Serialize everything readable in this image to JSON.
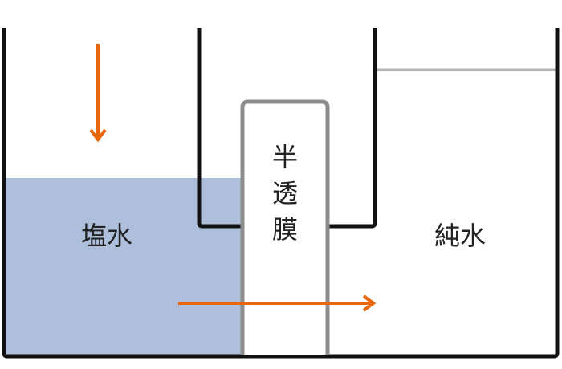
{
  "labels": {
    "salt_water": "塩水",
    "pure_water": "純水",
    "membrane": [
      "半",
      "透",
      "膜"
    ]
  },
  "colors": {
    "salt_water_fill": "#aebfdc",
    "container": "#111111",
    "membrane": "#8c8c8c",
    "arrow": "#e8670c",
    "water_line": "#b5b5b5"
  }
}
